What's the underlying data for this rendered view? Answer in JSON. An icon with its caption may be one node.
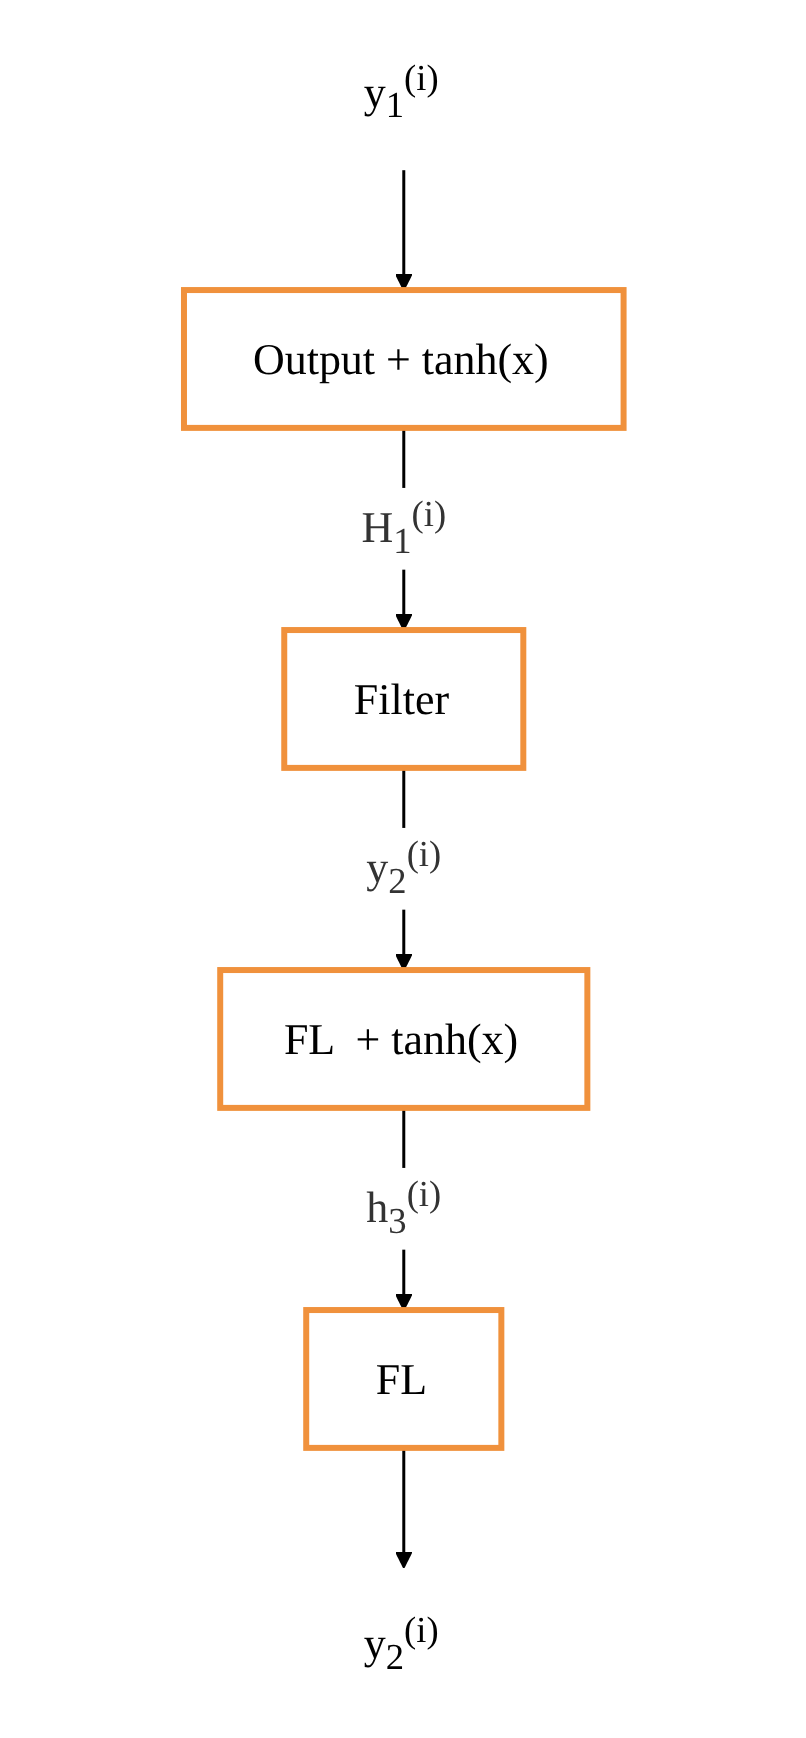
{
  "diagram": {
    "nodes": [
      {
        "text": [
          "y$_{1}$$^{(i)}$"
        ]
      },
      {
        "text": [
          "Output + tanh(x)"
        ]
      },
      {
        "text": [
          "Filter"
        ]
      },
      {
        "text": [
          "FL  + tanh(x)"
        ]
      },
      {
        "text": [
          "FL"
        ]
      },
      {
        "text": [
          "y$_{2}$$^{(i)}$"
        ]
      }
    ],
    "edges": [
      {
        "from": 0,
        "to": 1,
        "arrow": "to"
      },
      {
        "from": 1,
        "to": 2,
        "arrow": "to",
        "label": "H$_{1}$$^{(i)}$"
      },
      {
        "from": 2,
        "to": 3,
        "arrow": "to",
        "label": "y$_{2}$$^{(i)}$"
      },
      {
        "from": 3,
        "to": 4,
        "arrow": "to",
        "label": "h$_{3}$$^{(i)}$"
      },
      {
        "from": 4,
        "to": 5,
        "arrow": "to"
      }
    ]
  }
}
